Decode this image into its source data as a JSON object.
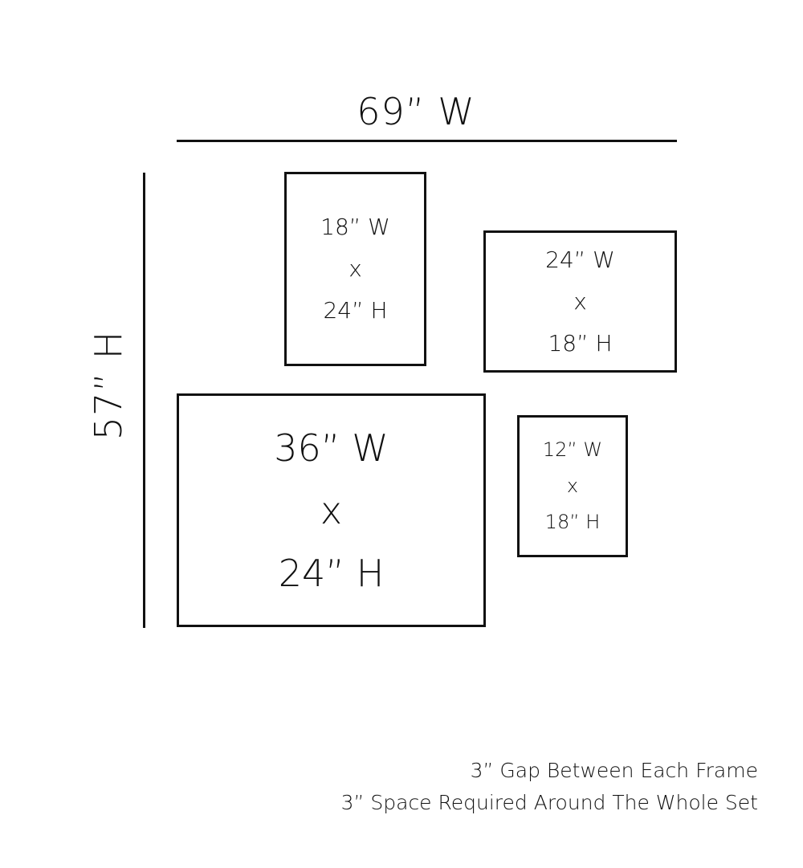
{
  "overall": {
    "width_label": "69” W",
    "height_label": "57” H"
  },
  "frames": [
    {
      "w": "18” W",
      "x": "x",
      "h": "24” H"
    },
    {
      "w": "24” W",
      "x": "x",
      "h": "18” H"
    },
    {
      "w": "36” W",
      "x": "x",
      "h": "24” H"
    },
    {
      "w": "12” W",
      "x": "x",
      "h": "18” H"
    }
  ],
  "notes": [
    "3” Gap Between Each Frame",
    "3” Space Required Around The Whole Set"
  ]
}
